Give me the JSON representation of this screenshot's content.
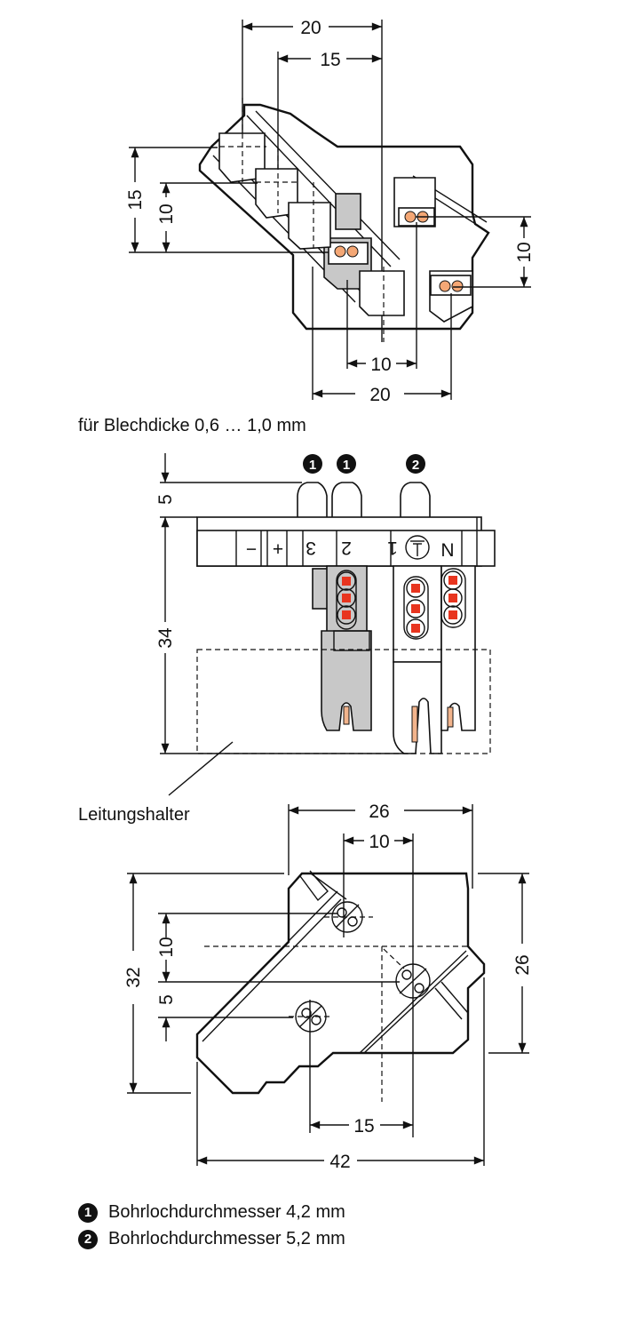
{
  "top_view": {
    "dimensions": {
      "top_width": "20",
      "top_inner": "15",
      "left_outer": "15",
      "left_inner": "10",
      "right_pitch": "10",
      "bottom_inner": "10",
      "bottom_width": "20"
    }
  },
  "caption_sheet": "für Blechdicke 0,6 … 1,0 mm",
  "side_view": {
    "markers": [
      "1",
      "1",
      "2"
    ],
    "dimensions": {
      "top_offset": "5",
      "height": "34"
    },
    "terminal_labels": [
      "−",
      "+",
      "3",
      "2",
      "1",
      "N"
    ],
    "earth_symbol": "earth-ground",
    "callout": "Leitungshalter"
  },
  "bottom_view": {
    "dimensions": {
      "top_width": "26",
      "hole_pitch_top": "10",
      "left_height": "32",
      "left_pitch": "10",
      "left_offset": "5",
      "right_height": "26",
      "hole_pitch_bottom": "15",
      "overall_width": "42"
    }
  },
  "legend": [
    {
      "marker": "1",
      "text": "Bohrlochdurchmesser 4,2 mm"
    },
    {
      "marker": "2",
      "text": "Bohrlochdurchmesser 5,2 mm"
    }
  ],
  "colors": {
    "line": "#111111",
    "housing_grey": "#c8c8c8",
    "contact_red": "#e8351f",
    "spring_copper": "#f4a775"
  }
}
